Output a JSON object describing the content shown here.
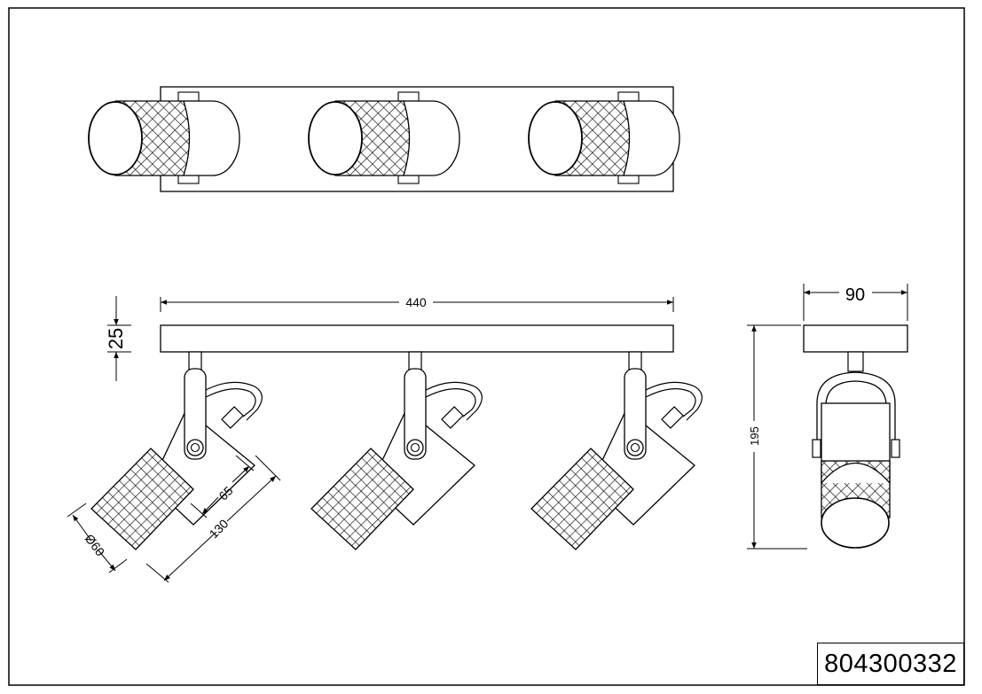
{
  "product_code": "804300332",
  "dimensions": {
    "length": "440",
    "base_height": "25",
    "depth": "90",
    "total_height": "195",
    "diameter": "Ø60",
    "shade_length": "130",
    "mesh_length": "65"
  },
  "spot_count": 3
}
